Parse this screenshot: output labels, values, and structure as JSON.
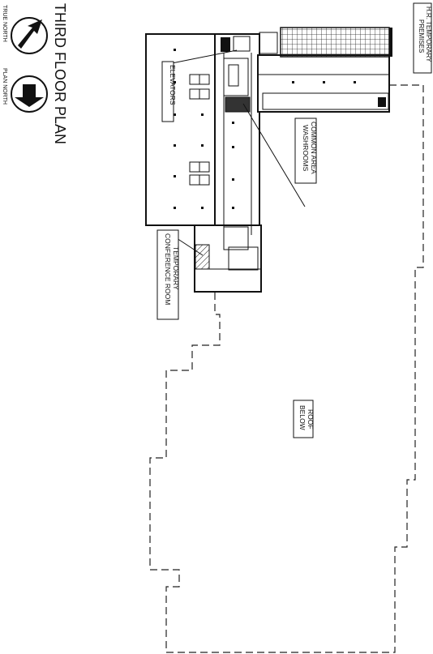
{
  "title": "THIRD FLOOR PLAN",
  "north": {
    "true_north": "TRUE NORTH",
    "plan_north": "PLAN NORTH"
  },
  "labels": {
    "hr_line1": "H.R. TEMPORARY",
    "hr_line2": "PREMISES",
    "elevators": "ELEVATORS",
    "washrooms_line1": "COMMON AREA",
    "washrooms_line2": "WASHROOMS",
    "conference_line1": "TEMPORARY",
    "conference_line2": "CONFERENCE ROOM",
    "roof_line1": "ROOF",
    "roof_line2": "BELOW"
  }
}
